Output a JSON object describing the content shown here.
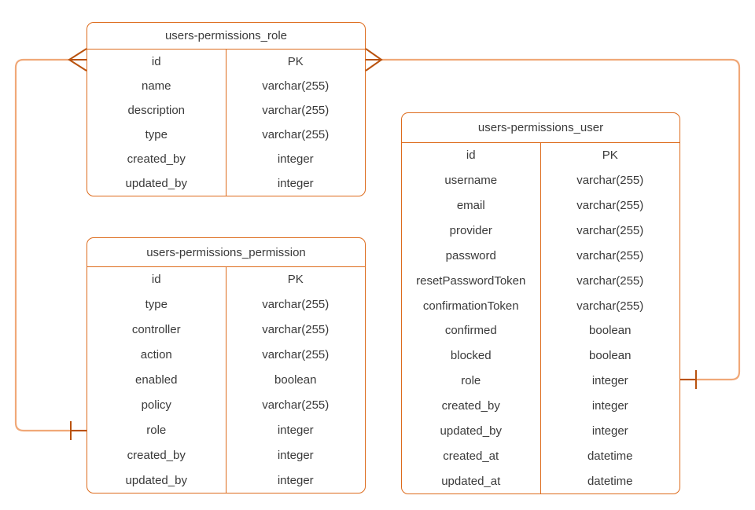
{
  "diagram_type": "entity-relationship",
  "colors": {
    "table_border": "#DD6B1C",
    "edge": "#F0A878",
    "marker": "#B9520E",
    "text": "#3A3A3A",
    "background": "#FFFFFF"
  },
  "tables": [
    {
      "id": "role",
      "title": "users-permissions_role",
      "fields": [
        {
          "name": "id",
          "type": "PK"
        },
        {
          "name": "name",
          "type": "varchar(255)"
        },
        {
          "name": "description",
          "type": "varchar(255)"
        },
        {
          "name": "type",
          "type": "varchar(255)"
        },
        {
          "name": "created_by",
          "type": "integer"
        },
        {
          "name": "updated_by",
          "type": "integer"
        }
      ]
    },
    {
      "id": "permission",
      "title": "users-permissions_permission",
      "fields": [
        {
          "name": "id",
          "type": "PK"
        },
        {
          "name": "type",
          "type": "varchar(255)"
        },
        {
          "name": "controller",
          "type": "varchar(255)"
        },
        {
          "name": "action",
          "type": "varchar(255)"
        },
        {
          "name": "enabled",
          "type": "boolean"
        },
        {
          "name": "policy",
          "type": "varchar(255)"
        },
        {
          "name": "role",
          "type": "integer"
        },
        {
          "name": "created_by",
          "type": "integer"
        },
        {
          "name": "updated_by",
          "type": "integer"
        }
      ]
    },
    {
      "id": "user",
      "title": "users-permissions_user",
      "fields": [
        {
          "name": "id",
          "type": "PK"
        },
        {
          "name": "username",
          "type": "varchar(255)"
        },
        {
          "name": "email",
          "type": "varchar(255)"
        },
        {
          "name": "provider",
          "type": "varchar(255)"
        },
        {
          "name": "password",
          "type": "varchar(255)"
        },
        {
          "name": "resetPasswordToken",
          "type": "varchar(255)"
        },
        {
          "name": "confirmationToken",
          "type": "varchar(255)"
        },
        {
          "name": "confirmed",
          "type": "boolean"
        },
        {
          "name": "blocked",
          "type": "boolean"
        },
        {
          "name": "role",
          "type": "integer"
        },
        {
          "name": "created_by",
          "type": "integer"
        },
        {
          "name": "updated_by",
          "type": "integer"
        },
        {
          "name": "created_at",
          "type": "datetime"
        },
        {
          "name": "updated_at",
          "type": "datetime"
        }
      ]
    }
  ],
  "relations": [
    {
      "from_table": "users-permissions_role",
      "from_field": "id",
      "from_cardinality": "many",
      "to_table": "users-permissions_permission",
      "to_field": "role",
      "to_cardinality": "one"
    },
    {
      "from_table": "users-permissions_role",
      "from_field": "id",
      "from_cardinality": "many",
      "to_table": "users-permissions_user",
      "to_field": "role",
      "to_cardinality": "one"
    }
  ]
}
